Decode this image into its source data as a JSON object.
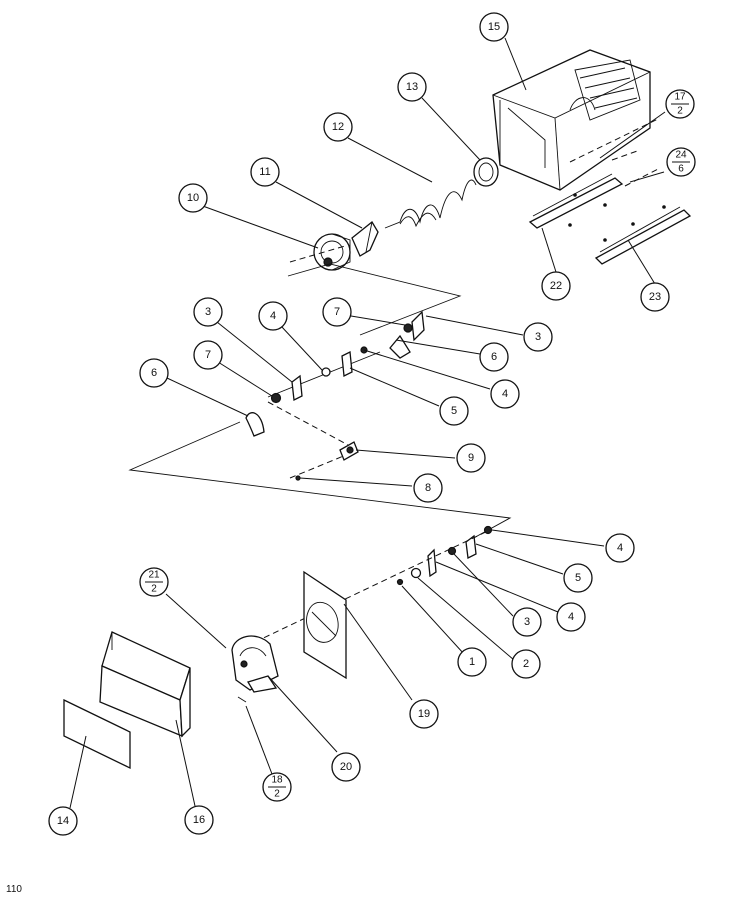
{
  "callouts": [
    {
      "id": "c15",
      "label": "15"
    },
    {
      "id": "c13",
      "label": "13"
    },
    {
      "id": "c12",
      "label": "12"
    },
    {
      "id": "c11",
      "label": "11"
    },
    {
      "id": "c10",
      "label": "10"
    },
    {
      "id": "c22",
      "label": "22"
    },
    {
      "id": "c23",
      "label": "23"
    },
    {
      "id": "c3a",
      "label": "3"
    },
    {
      "id": "c4a",
      "label": "4"
    },
    {
      "id": "c7a",
      "label": "7"
    },
    {
      "id": "c3b",
      "label": "3"
    },
    {
      "id": "c7b",
      "label": "7"
    },
    {
      "id": "c6a",
      "label": "6"
    },
    {
      "id": "c6b",
      "label": "6"
    },
    {
      "id": "c4b",
      "label": "4"
    },
    {
      "id": "c5a",
      "label": "5"
    },
    {
      "id": "c9",
      "label": "9"
    },
    {
      "id": "c8",
      "label": "8"
    },
    {
      "id": "c4c",
      "label": "4"
    },
    {
      "id": "c5b",
      "label": "5"
    },
    {
      "id": "c3c",
      "label": "3"
    },
    {
      "id": "c4d",
      "label": "4"
    },
    {
      "id": "c1",
      "label": "1"
    },
    {
      "id": "c2",
      "label": "2"
    },
    {
      "id": "c19",
      "label": "19"
    },
    {
      "id": "c20",
      "label": "20"
    },
    {
      "id": "c14",
      "label": "14"
    },
    {
      "id": "c16",
      "label": "16"
    }
  ],
  "fraction_callouts": [
    {
      "id": "f17",
      "top": "17",
      "bottom": "2"
    },
    {
      "id": "f24",
      "top": "24",
      "bottom": "6"
    },
    {
      "id": "f21",
      "top": "21",
      "bottom": "2"
    },
    {
      "id": "f18",
      "top": "18",
      "bottom": "2"
    }
  ],
  "page_number": "110"
}
